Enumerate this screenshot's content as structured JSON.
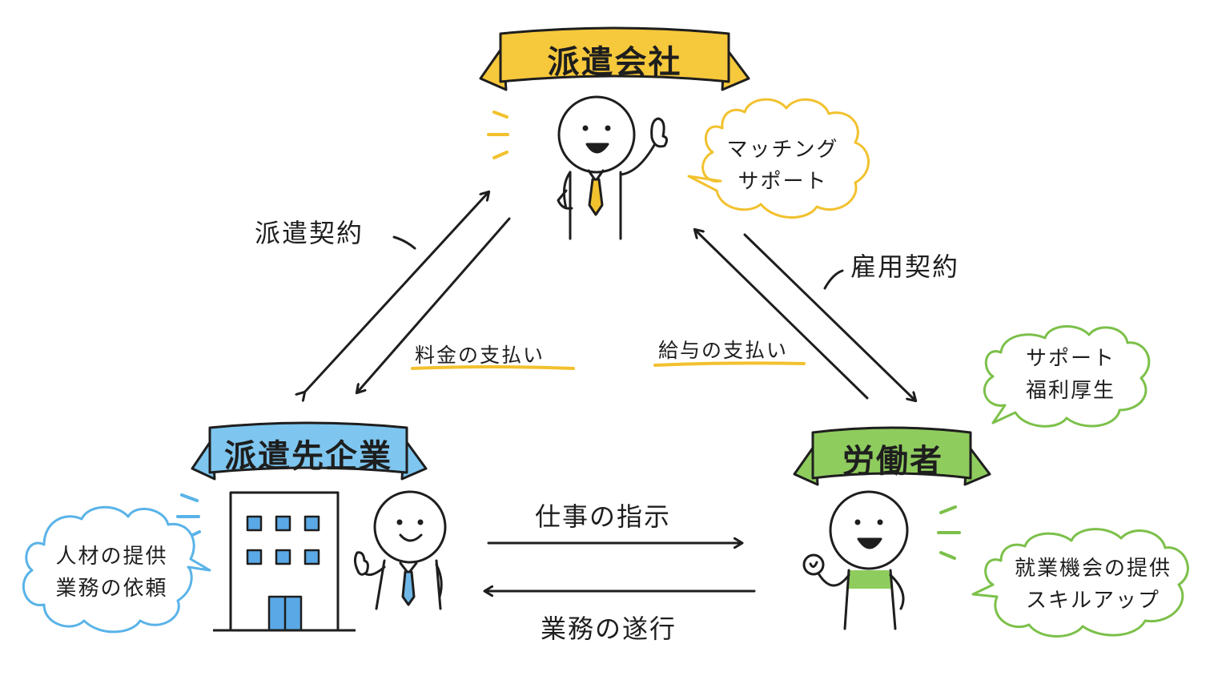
{
  "parties": {
    "agency": {
      "name": "派遣会社",
      "color": "#f6c83b"
    },
    "client": {
      "name": "派遣先企業",
      "color": "#7ec6ef"
    },
    "worker": {
      "name": "労働者",
      "color": "#8fcc5e"
    }
  },
  "relations": {
    "dispatch_contract": "派遣契約",
    "employment_contract": "雇用契約",
    "fee_payment": "料金の支払い",
    "salary_payment": "給与の支払い",
    "work_instruction": "仕事の指示",
    "task_execution": "業務の遂行"
  },
  "bubbles": {
    "agency": [
      "マッチング",
      "サポート"
    ],
    "client": [
      "人材の提供",
      "業務の依頼"
    ],
    "worker_welfare": [
      "サポート",
      "福利厚生"
    ],
    "worker_growth": [
      "就業機会の提供",
      "スキルアップ"
    ]
  },
  "colors": {
    "ink": "#1e1e1e",
    "agency_outline": "#f2c12e",
    "client_outline": "#59b3e8",
    "worker_outline": "#7cc04a",
    "tie_agency": "#f2c12e",
    "tie_client": "#6fb8e8",
    "shirt_worker": "#8fcc5e",
    "window": "#5aa9e6"
  }
}
